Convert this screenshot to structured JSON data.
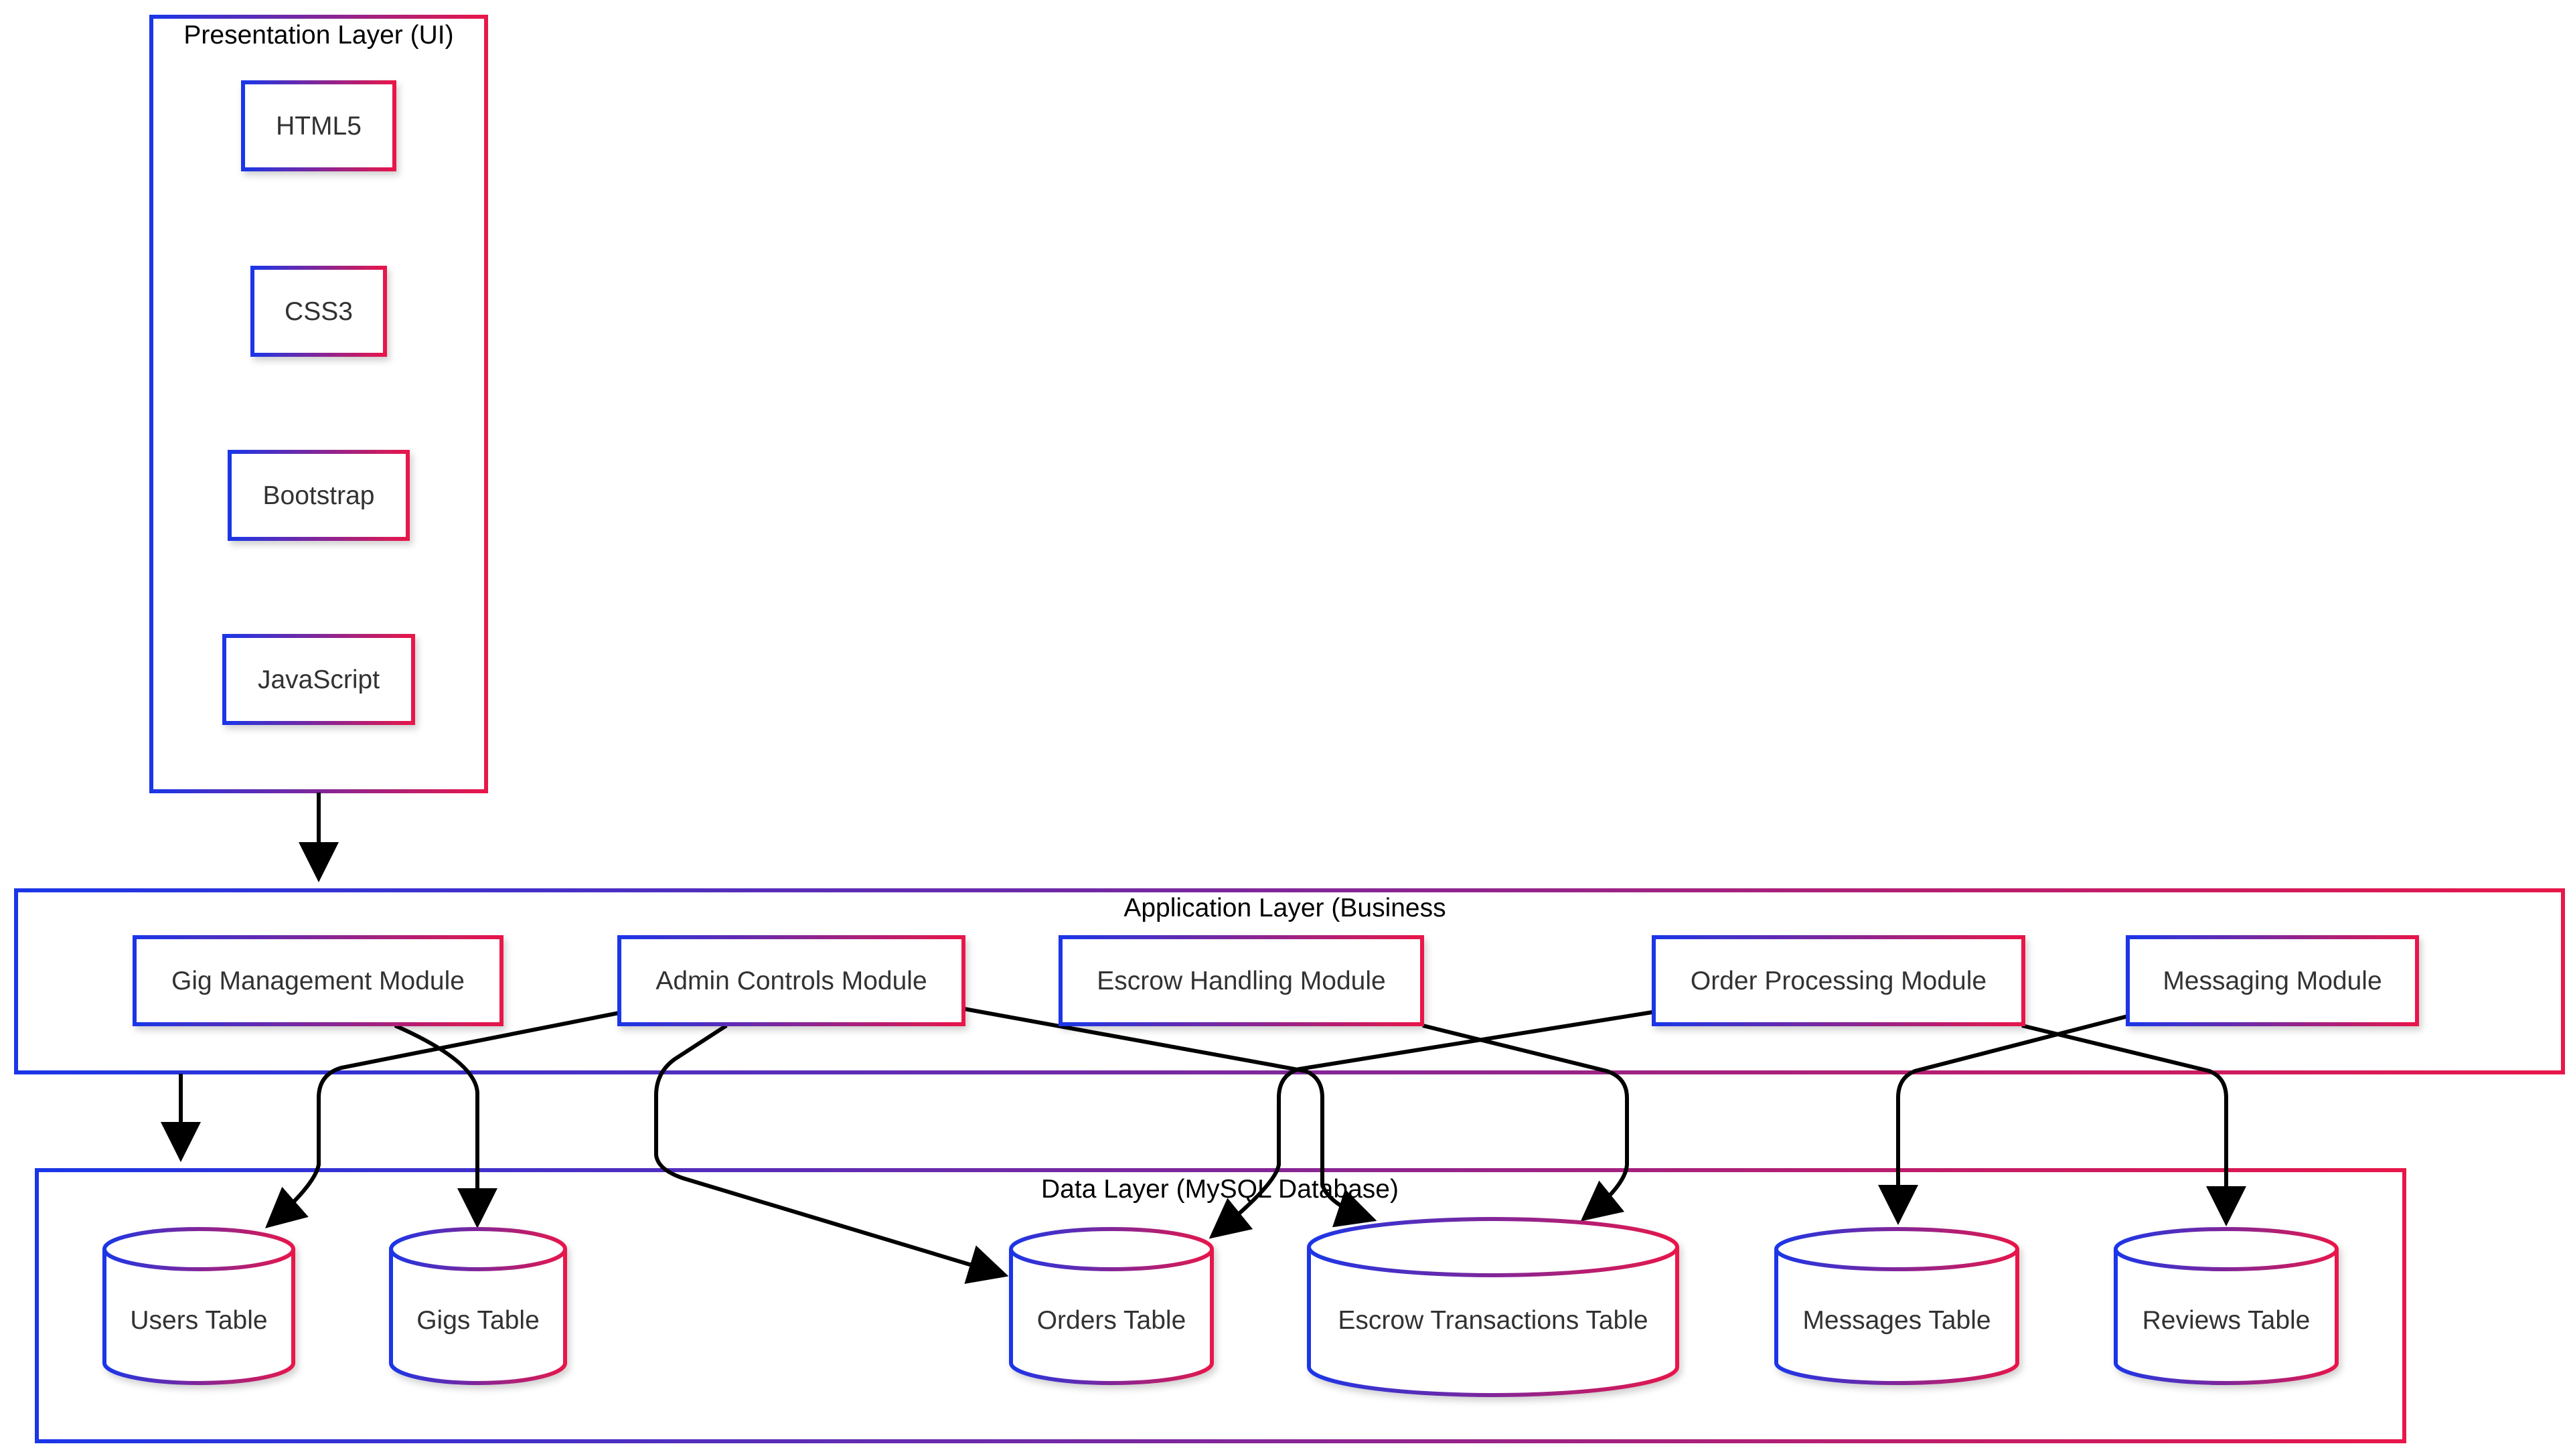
{
  "colors": {
    "gradient_start": "#1a36e8",
    "gradient_end": "#e8174a",
    "arrow": "#000000",
    "label_text": "#333333",
    "title_text": "#000000",
    "background": "#ffffff"
  },
  "layers": {
    "presentation": {
      "title": "Presentation Layer (UI)",
      "nodes": [
        "HTML5",
        "CSS3",
        "Bootstrap",
        "JavaScript"
      ]
    },
    "application": {
      "title": "Application Layer (Business",
      "nodes": [
        "Gig Management Module",
        "Admin Controls Module",
        "Escrow Handling Module",
        "Order Processing Module",
        "Messaging Module"
      ]
    },
    "data": {
      "title": "Data Layer (MySQL Database)",
      "nodes": [
        "Users Table",
        "Gigs Table",
        "Orders Table",
        "Escrow Transactions Table",
        "Messages Table",
        "Reviews Table"
      ]
    }
  },
  "edges": [
    {
      "from": "Presentation Layer (UI)",
      "to": "Application Layer (Business"
    },
    {
      "from": "Application Layer (Business",
      "to": "Data Layer (MySQL Database)"
    },
    {
      "from": "Gig Management Module",
      "to": "Gigs Table"
    },
    {
      "from": "Admin Controls Module",
      "to": "Users Table"
    },
    {
      "from": "Admin Controls Module",
      "to": "Orders Table"
    },
    {
      "from": "Admin Controls Module",
      "to": "Escrow Transactions Table"
    },
    {
      "from": "Escrow Handling Module",
      "to": "Escrow Transactions Table"
    },
    {
      "from": "Order Processing Module",
      "to": "Orders Table"
    },
    {
      "from": "Order Processing Module",
      "to": "Reviews Table"
    },
    {
      "from": "Messaging Module",
      "to": "Messages Table"
    }
  ]
}
